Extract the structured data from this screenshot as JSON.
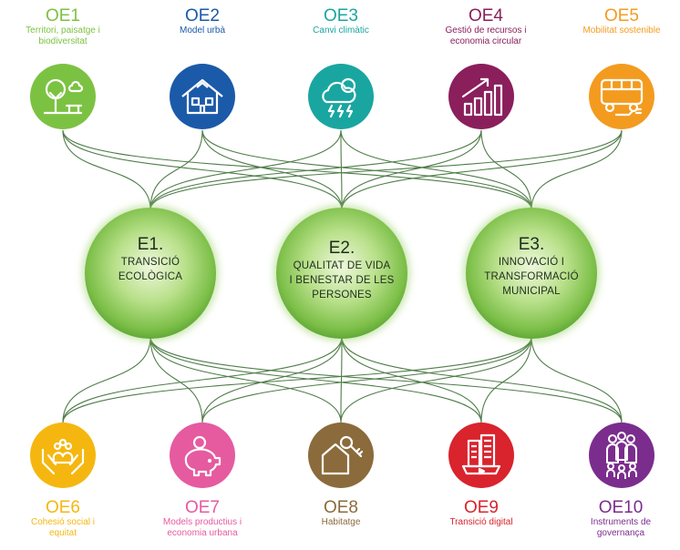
{
  "top_objectives": [
    {
      "code": "OE1",
      "label_lines": [
        "Territori, paisatge i",
        "biodiversitat"
      ],
      "color": "#7cc242",
      "icon": "tree-park-icon"
    },
    {
      "code": "OE2",
      "label_lines": [
        "Model urbà"
      ],
      "color": "#1b5aa8",
      "icon": "house-icon"
    },
    {
      "code": "OE3",
      "label_lines": [
        "Canvi climàtic"
      ],
      "color": "#1aa6a0",
      "icon": "storm-cloud-icon"
    },
    {
      "code": "OE4",
      "label_lines": [
        "Gestió de recursos i",
        "economia circular"
      ],
      "color": "#8a1f5c",
      "icon": "growth-chart-icon"
    },
    {
      "code": "OE5",
      "label_lines": [
        "Mobilitat sostenible"
      ],
      "color": "#f39b1f",
      "icon": "electric-bus-icon"
    }
  ],
  "strategies": [
    {
      "code": "E1.",
      "title_lines": [
        "TRANSICIÓ",
        "ECOLÒGICA"
      ]
    },
    {
      "code": "E2.",
      "title_lines": [
        "QUALITAT DE VIDA",
        "I BENESTAR DE LES",
        "PERSONES"
      ]
    },
    {
      "code": "E3.",
      "title_lines": [
        "INNOVACIÓ I",
        "TRANSFORMACIÓ",
        "MUNICIPAL"
      ]
    }
  ],
  "bottom_objectives": [
    {
      "code": "OE6",
      "label_lines": [
        "Cohesió social i",
        "equitat"
      ],
      "color": "#f5b70f",
      "icon": "caring-hands-icon"
    },
    {
      "code": "OE7",
      "label_lines": [
        "Models productius i",
        "economia urbana"
      ],
      "color": "#e65aa0",
      "icon": "piggy-bank-icon"
    },
    {
      "code": "OE8",
      "label_lines": [
        "Habitatge"
      ],
      "color": "#8b6b3c",
      "icon": "house-key-icon"
    },
    {
      "code": "OE9",
      "label_lines": [
        "Transició digital"
      ],
      "color": "#d9232d",
      "icon": "digital-city-icon"
    },
    {
      "code": "OE10",
      "label_lines": [
        "Instruments de",
        "governança"
      ],
      "color": "#7b2d8e",
      "icon": "people-group-icon"
    }
  ],
  "colors": {
    "connector": "#4f7d49",
    "sphere_light": "#d9f0b6",
    "sphere_mid": "#8ccb5a",
    "sphere_dark": "#4f9a2e"
  }
}
